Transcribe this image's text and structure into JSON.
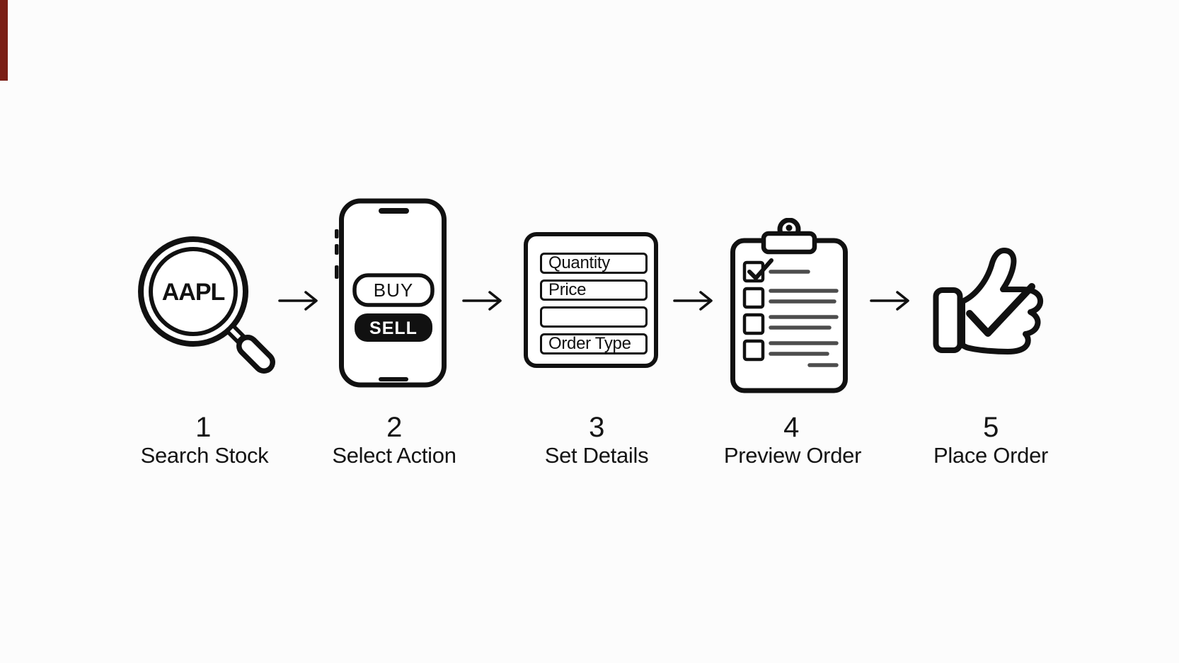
{
  "colors": {
    "ink": "#111111",
    "checklist_line_gray": "#4d4d4d",
    "accent_strip": "#7a1e15",
    "background": "#fcfcfc"
  },
  "icons": {
    "step1": "magnifying-glass-icon",
    "step2": "smartphone-icon",
    "step3": "order-form-icon",
    "step4": "clipboard-checklist-icon",
    "step5": "thumbs-up-check-icon",
    "connector": "arrow-right-icon"
  },
  "steps": [
    {
      "number": "1",
      "label": "Search Stock",
      "search_text": "AAPL"
    },
    {
      "number": "2",
      "label": "Select Action",
      "buy_label": "BUY",
      "sell_label": "SELL"
    },
    {
      "number": "3",
      "label": "Set Details",
      "fields": [
        "Quantity",
        "Price",
        "",
        "Order Type"
      ]
    },
    {
      "number": "4",
      "label": "Preview Order",
      "checklist": {
        "checkbox_count": 4,
        "checked_count": 1
      }
    },
    {
      "number": "5",
      "label": "Place Order"
    }
  ]
}
